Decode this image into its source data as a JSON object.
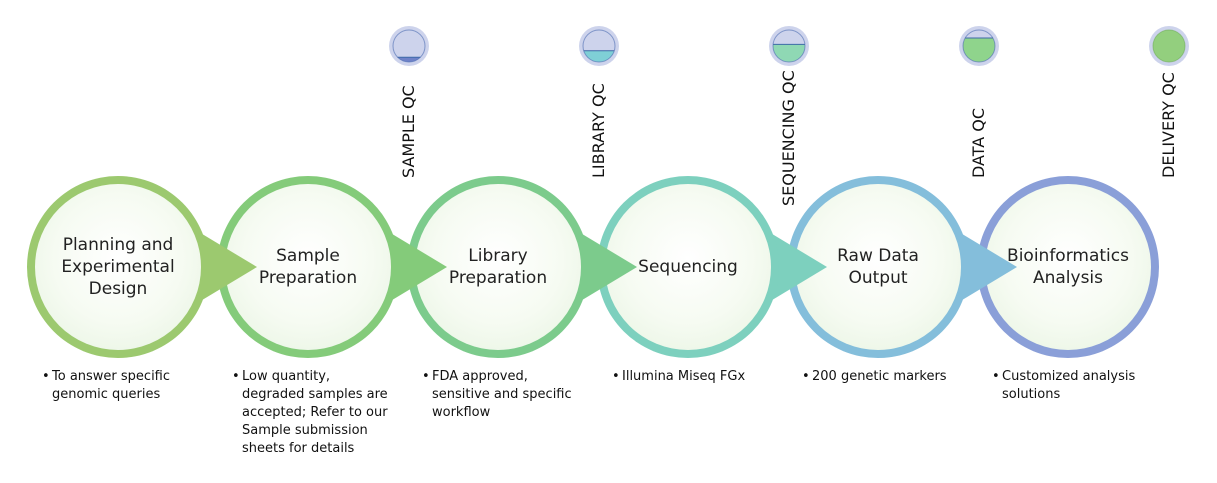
{
  "steps": [
    {
      "title": "Planning and Experimental Design",
      "lines": [
        "Planning and",
        "Experimental",
        "Design"
      ],
      "description": "To answer specific genomic queries"
    },
    {
      "title": "Sample Preparation",
      "lines": [
        "Sample",
        "Preparation"
      ],
      "description": "Low quantity, degraded samples are accepted; Refer to our Sample submission sheets for details"
    },
    {
      "title": "Library Preparation",
      "lines": [
        "Library",
        "Preparation"
      ],
      "description": "FDA approved, sensitive and specific workflow"
    },
    {
      "title": "Sequencing",
      "lines": [
        "Sequencing"
      ],
      "description": "Illumina Miseq FGx"
    },
    {
      "title": "Raw Data Output",
      "lines": [
        "Raw Data",
        "Output"
      ],
      "description": "200 genetic markers"
    },
    {
      "title": "Bioinformatics Analysis",
      "lines": [
        "Bioinformatics",
        "Analysis"
      ],
      "description": "Customized analysis solutions"
    }
  ],
  "qc_checkpoints": [
    {
      "label": "SAMPLE QC",
      "fill_level": 0.15,
      "color": "#6f82c8"
    },
    {
      "label": "LIBRARY QC",
      "fill_level": 0.35,
      "color": "#7fcfd6"
    },
    {
      "label": "SEQUENCING QC",
      "fill_level": 0.55,
      "color": "#8fd8b4"
    },
    {
      "label": "DATA QC",
      "fill_level": 0.75,
      "color": "#8fd48c"
    },
    {
      "label": "DELIVERY QC",
      "fill_level": 1.0,
      "color": "#93cf7e"
    }
  ],
  "colors": {
    "step_borders": [
      "#9cc96f",
      "#84cb7a",
      "#7ccb8c",
      "#7dd0be",
      "#84bedb",
      "#8a9fd8"
    ],
    "step_fill": "#eef7e9",
    "qc_background": "#cdd3ec"
  }
}
